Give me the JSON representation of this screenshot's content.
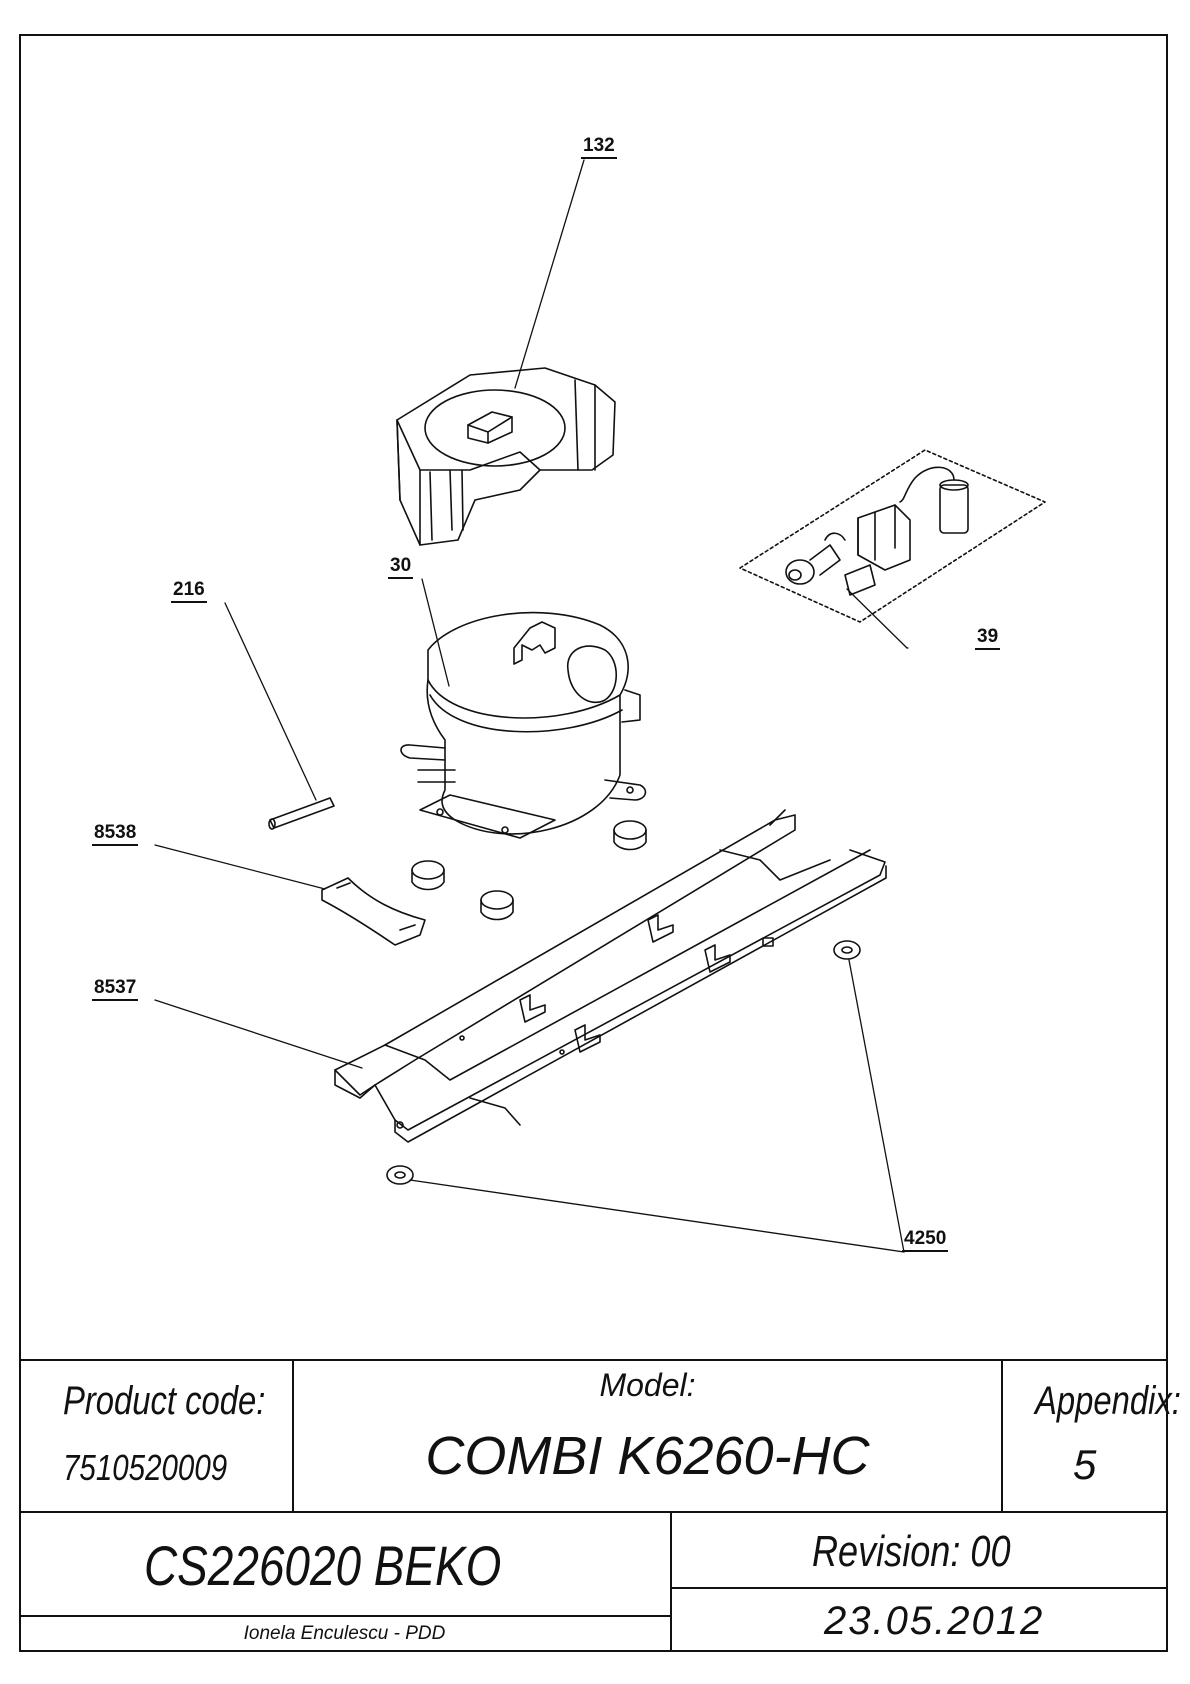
{
  "callouts": [
    {
      "id": "132",
      "text": "132"
    },
    {
      "id": "216",
      "text": "216"
    },
    {
      "id": "30",
      "text": "30"
    },
    {
      "id": "39",
      "text": "39"
    },
    {
      "id": "8538",
      "text": "8538"
    },
    {
      "id": "8537",
      "text": "8537"
    },
    {
      "id": "4250",
      "text": "4250"
    }
  ],
  "title_block": {
    "product_code_label": "Product code:",
    "product_code_value": "7510520009",
    "model_label": "Model:",
    "model_value": "COMBI K6260-HC",
    "appendix_label": "Appendix:",
    "appendix_value": "5",
    "drawing_code": "CS226020 BEKO",
    "revision": "Revision: 00",
    "author": "Ionela Enculescu - PDD",
    "date": "23.05.2012"
  }
}
